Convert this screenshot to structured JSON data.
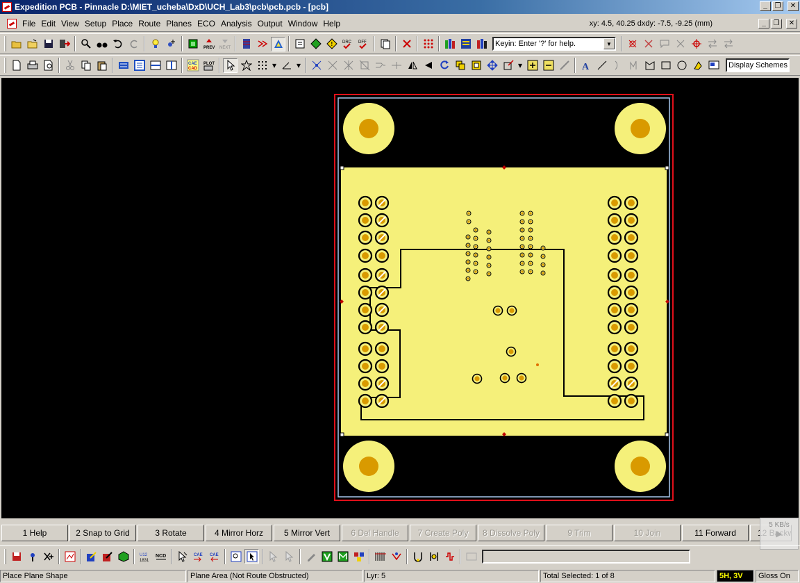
{
  "window": {
    "title": "Expedition PCB - Pinnacle  D:\\MIET_ucheba\\DxD\\UCH_Lab3\\pcb\\pcb.pcb - [pcb]",
    "minimize": "_",
    "restore": "❐",
    "close": "✕"
  },
  "menu": {
    "items": [
      "File",
      "Edit",
      "View",
      "Setup",
      "Place",
      "Route",
      "Planes",
      "ECO",
      "Analysis",
      "Output",
      "Window",
      "Help"
    ],
    "coords": "xy: 4.5, 40.25  dxdy: -7.5, -9.25 (mm)"
  },
  "toolbar": {
    "keyin_placeholder": "Keyin: Enter '?' for help.",
    "display_schemes": "Display Schemes",
    "prev_label": "PREV",
    "next_label": "NEXT",
    "drc_label": "DRC",
    "dff_label": "DFF",
    "cae_label": "CAE",
    "cad_label": "CAD",
    "plot_label": "PLOT"
  },
  "colors": {
    "board_fill": "#f5f07a",
    "board_outline": "#a8c8ee",
    "route_border": "#e0101a",
    "pad_center": "#d99a00",
    "pad_ring": "#f5f07a",
    "background": "#000000"
  },
  "function_keys": [
    {
      "label": "1 Help",
      "enabled": true
    },
    {
      "label": "2 Snap to Grid",
      "enabled": true
    },
    {
      "label": "3 Rotate",
      "enabled": true
    },
    {
      "label": "4 Mirror Horz",
      "enabled": true
    },
    {
      "label": "5 Mirror Vert",
      "enabled": true
    },
    {
      "label": "6 Del Handle",
      "enabled": false
    },
    {
      "label": "7 Create Poly",
      "enabled": false
    },
    {
      "label": "8 Dissolve Poly",
      "enabled": false
    },
    {
      "label": "9 Trim",
      "enabled": false
    },
    {
      "label": "10 Join",
      "enabled": false
    },
    {
      "label": "11 Forward",
      "enabled": true
    },
    {
      "label": "12 Backward",
      "enabled": true
    }
  ],
  "net_meter": "5 KB/s",
  "status": {
    "command": "Place Plane Shape",
    "area": "Plane Area (Not Route Obstructed)",
    "layer": "Lyr: 5",
    "selected": "Total Selected: 1 of 8",
    "sh": "5H, 3V",
    "gloss": "Gloss On"
  }
}
